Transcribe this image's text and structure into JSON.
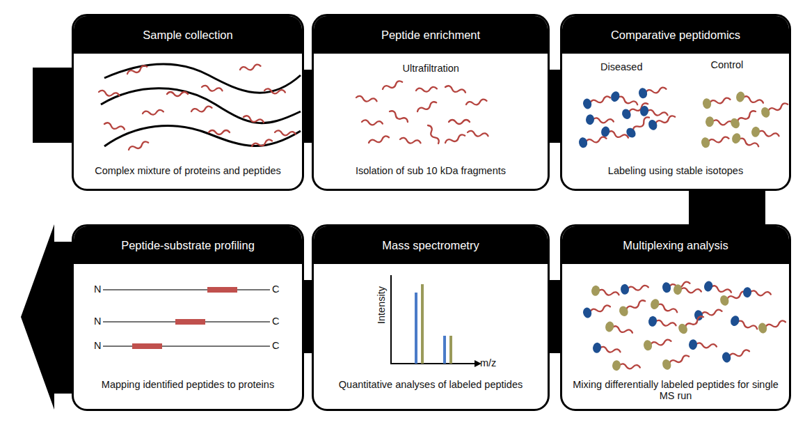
{
  "diagram": {
    "nodes": [
      {
        "text": [
          "Sample collection",
          "Complex mixture of proteins and peptides"
        ]
      },
      {
        "text": [
          "Peptide enrichment",
          "Isolation of sub 10 kDa fragments"
        ]
      },
      {
        "text": [
          "Comparative peptidomics",
          "Labeling using stable isotopes"
        ]
      },
      {
        "text": [
          "Peptide-substrate profiling",
          "Mapping identified peptides to proteins"
        ]
      },
      {
        "text": [
          "Mass spectrometry",
          "Quantitative analyses of labeled peptides"
        ]
      },
      {
        "text": [
          "Multiplexing analysis",
          "Mixing differentially labeled peptides for single MS run"
        ]
      }
    ],
    "edges": [
      {
        "from": 0,
        "to": 1,
        "arrow": "none"
      },
      {
        "from": 1,
        "to": 2,
        "arrow": "none"
      },
      {
        "from": 2,
        "to": 5,
        "arrow": "none"
      },
      {
        "from": 5,
        "to": 4,
        "arrow": "none"
      },
      {
        "from": 4,
        "to": 3,
        "arrow": "none"
      }
    ],
    "labels": [
      "Ultrafiltration",
      "Diseased",
      "Control",
      "N",
      "C",
      "N",
      "C",
      "N",
      "C",
      "Intensity",
      "m/z"
    ]
  }
}
